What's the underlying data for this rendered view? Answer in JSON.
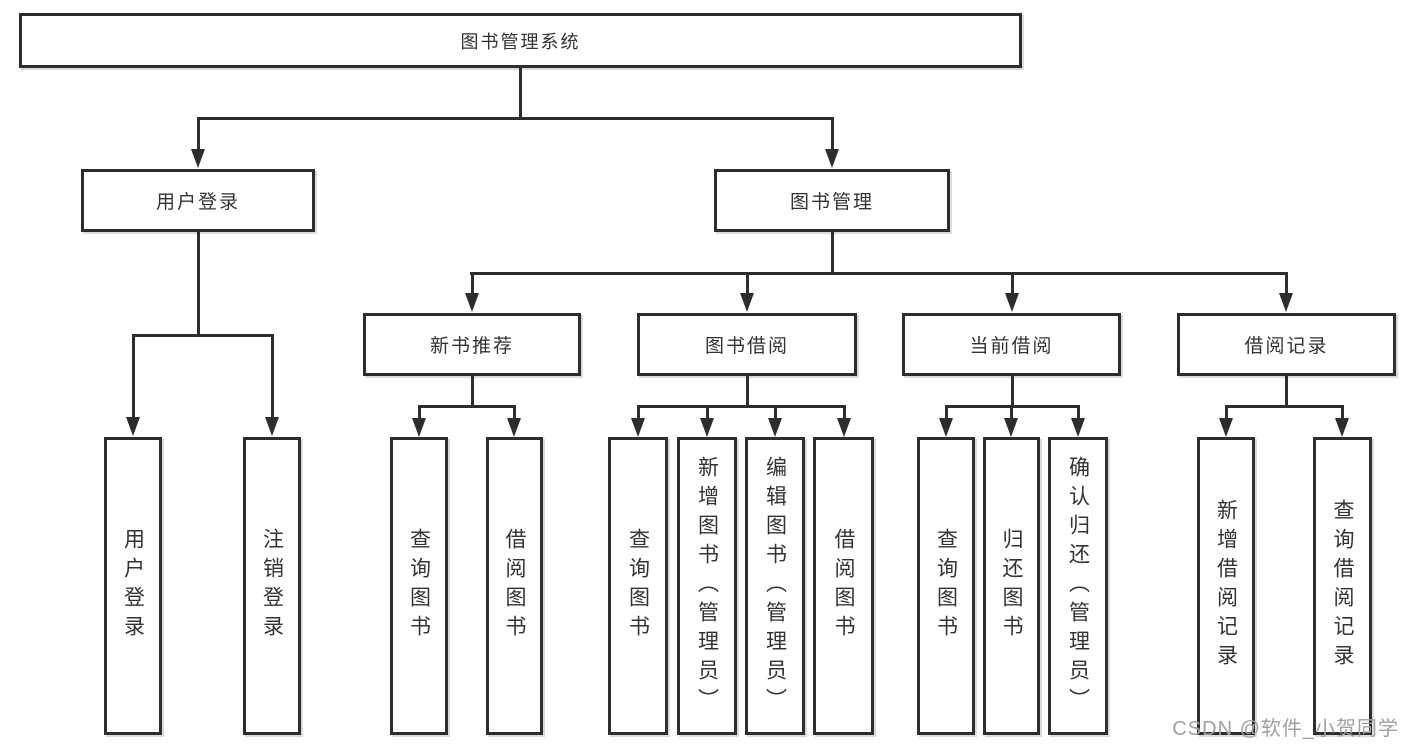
{
  "diagram_type": "hierarchy-tree",
  "tree": {
    "label": "图书管理系统",
    "children": [
      {
        "label": "用户登录",
        "children": [
          {
            "label": "用户登录"
          },
          {
            "label": "注销登录"
          }
        ]
      },
      {
        "label": "图书管理",
        "children": [
          {
            "label": "新书推荐",
            "children": [
              {
                "label": "查询图书"
              },
              {
                "label": "借阅图书"
              }
            ]
          },
          {
            "label": "图书借阅",
            "children": [
              {
                "label": "查询图书"
              },
              {
                "label": "新增图书（管理员）"
              },
              {
                "label": "编辑图书（管理员）"
              },
              {
                "label": "借阅图书"
              }
            ]
          },
          {
            "label": "当前借阅",
            "children": [
              {
                "label": "查询图书"
              },
              {
                "label": "归还图书"
              },
              {
                "label": "确认归还（管理员）"
              }
            ]
          },
          {
            "label": "借阅记录",
            "children": [
              {
                "label": "新增借阅记录"
              },
              {
                "label": "查询借阅记录"
              }
            ]
          }
        ]
      }
    ]
  },
  "watermark": {
    "text": "CSDN @软件_小贺同学"
  },
  "colors": {
    "background": "#ffffff",
    "box_border": "#2d2d2d",
    "connector": "#2d2d2d",
    "node_text": "#333333",
    "watermark_text": "#a0a0a5"
  }
}
